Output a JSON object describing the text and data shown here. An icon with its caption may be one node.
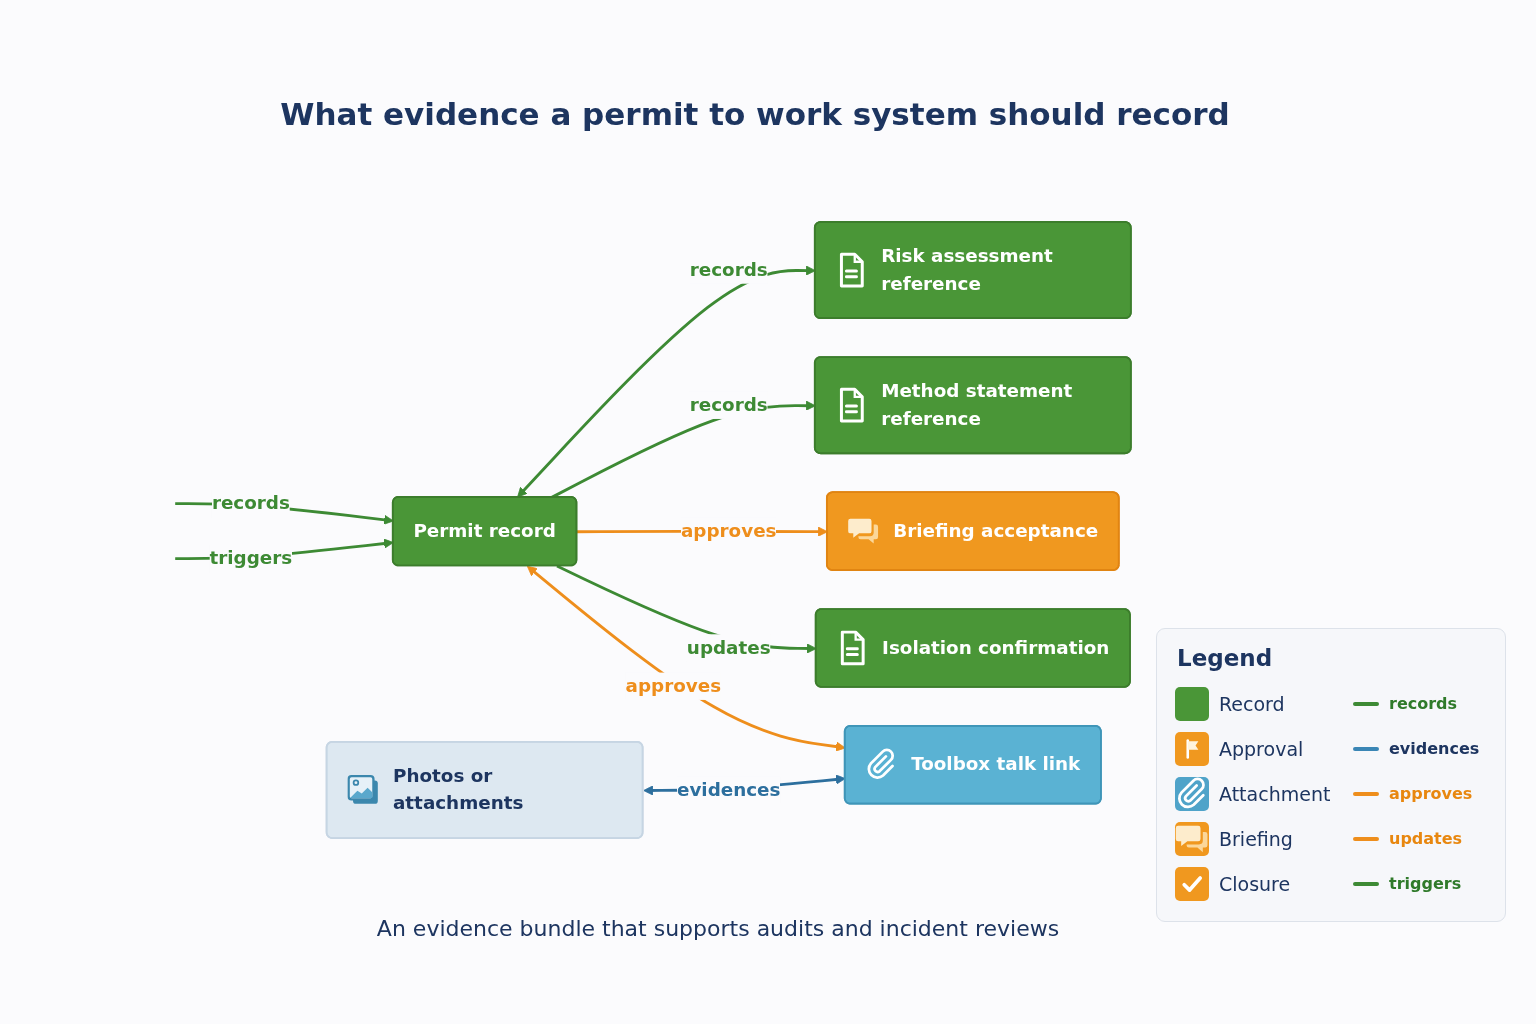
{
  "diagram": {
    "title": "What evidence a permit to work system should record",
    "caption": "An evidence bundle that supports audits and incident reviews",
    "nodes": [
      {
        "text": [
          "Permit record"
        ]
      },
      {
        "text": [
          "Risk assessment reference"
        ]
      },
      {
        "text": [
          "Method statement reference"
        ]
      },
      {
        "text": [
          "Briefing acceptance"
        ]
      },
      {
        "text": [
          "Isolation confirmation"
        ]
      },
      {
        "text": [
          "Toolbox talk link"
        ]
      },
      {
        "text": [
          "Photos or attachments"
        ]
      }
    ],
    "edges": [
      {
        "from": null,
        "to": 0,
        "arrow": "to",
        "label": "records"
      },
      {
        "from": 0,
        "to": 1,
        "arrow": "both",
        "label": "records"
      },
      {
        "from": 0,
        "to": 2,
        "arrow": "to",
        "label": "records"
      },
      {
        "from": 0,
        "to": 3,
        "arrow": "to",
        "label": "approves",
        "color": "#ee8e1c"
      },
      {
        "from": 0,
        "to": 4,
        "arrow": "to",
        "label": "updates"
      },
      {
        "from": null,
        "to": 0,
        "arrow": "to",
        "label": "triggers"
      },
      {
        "from": 0,
        "to": 5,
        "arrow": "both",
        "label": "approves",
        "color": "#ee8e1c"
      },
      {
        "from": 6,
        "to": 5,
        "arrow": "both",
        "label": "evidences",
        "color": "#2d6f9e"
      }
    ],
    "labels": [
      "Legend"
    ],
    "legend": [
      {
        "text": "Record",
        "color": "#4a9637"
      },
      {
        "text": "records"
      },
      {
        "text": "Approval",
        "color": "#f0981f"
      },
      {
        "text": "evidences"
      },
      {
        "text": "Attachment",
        "color": "#4fa3c9"
      },
      {
        "text": "approves"
      },
      {
        "text": "Briefing",
        "color": "#f0981f"
      },
      {
        "text": "updates"
      },
      {
        "text": "Closure",
        "color": "#f0981f"
      },
      {
        "text": "triggers"
      }
    ]
  }
}
